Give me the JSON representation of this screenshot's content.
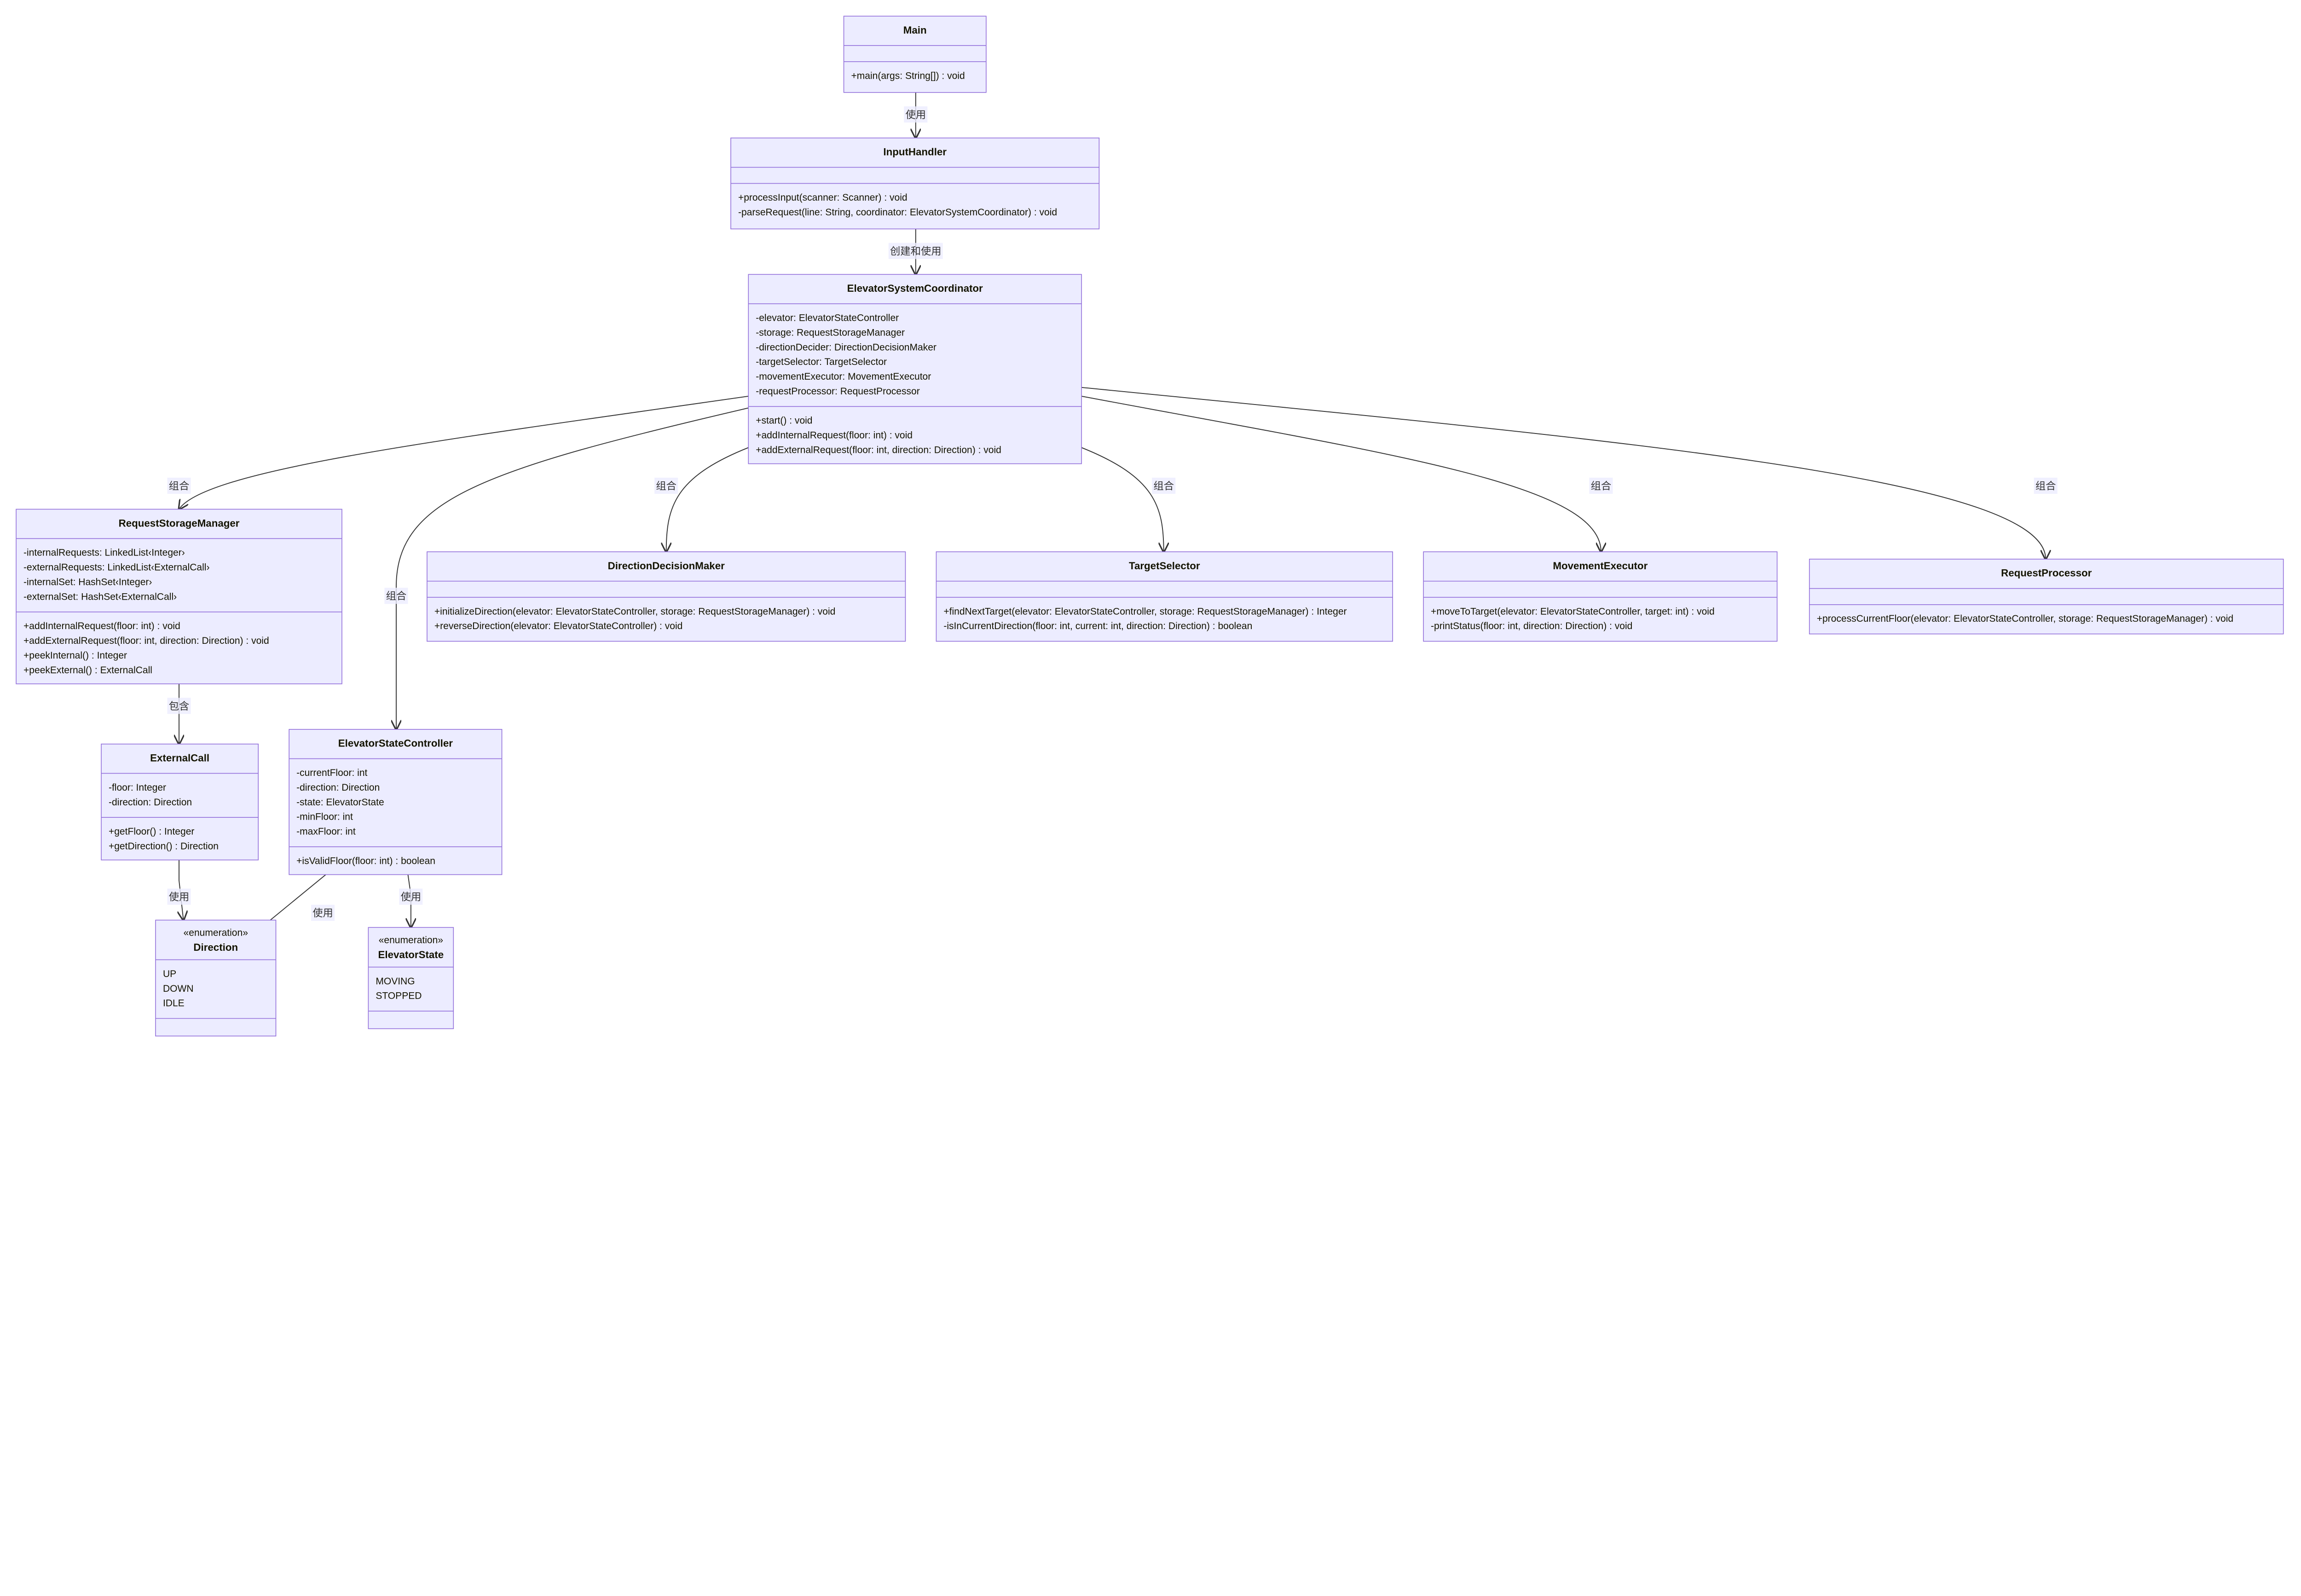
{
  "diagram": {
    "type": "uml-class-diagram",
    "colors": {
      "box_fill": "#ECECFF",
      "box_border": "#9370DB",
      "edge": "#333333",
      "text": "#131300"
    },
    "classes": [
      {
        "id": "Main",
        "name": "Main",
        "attributes": [],
        "methods": [
          "+main(args: String[]) : void"
        ]
      },
      {
        "id": "InputHandler",
        "name": "InputHandler",
        "attributes": [],
        "methods": [
          "+processInput(scanner: Scanner) : void",
          "-parseRequest(line: String, coordinator: ElevatorSystemCoordinator) : void"
        ]
      },
      {
        "id": "ElevatorSystemCoordinator",
        "name": "ElevatorSystemCoordinator",
        "attributes": [
          "-elevator: ElevatorStateController",
          "-storage: RequestStorageManager",
          "-directionDecider: DirectionDecisionMaker",
          "-targetSelector: TargetSelector",
          "-movementExecutor: MovementExecutor",
          "-requestProcessor: RequestProcessor"
        ],
        "methods": [
          "+start() : void",
          "+addInternalRequest(floor: int) : void",
          "+addExternalRequest(floor: int, direction: Direction) : void"
        ]
      },
      {
        "id": "RequestStorageManager",
        "name": "RequestStorageManager",
        "attributes": [
          "-internalRequests: LinkedList‹Integer›",
          "-externalRequests: LinkedList‹ExternalCall›",
          "-internalSet: HashSet‹Integer›",
          "-externalSet: HashSet‹ExternalCall›"
        ],
        "methods": [
          "+addInternalRequest(floor: int) : void",
          "+addExternalRequest(floor: int, direction: Direction) : void",
          "+peekInternal() : Integer",
          "+peekExternal() : ExternalCall"
        ]
      },
      {
        "id": "DirectionDecisionMaker",
        "name": "DirectionDecisionMaker",
        "attributes": [],
        "methods": [
          "+initializeDirection(elevator: ElevatorStateController, storage: RequestStorageManager) : void",
          "+reverseDirection(elevator: ElevatorStateController) : void"
        ]
      },
      {
        "id": "TargetSelector",
        "name": "TargetSelector",
        "attributes": [],
        "methods": [
          "+findNextTarget(elevator: ElevatorStateController, storage: RequestStorageManager) : Integer",
          "-isInCurrentDirection(floor: int, current: int, direction: Direction) : boolean"
        ]
      },
      {
        "id": "MovementExecutor",
        "name": "MovementExecutor",
        "attributes": [],
        "methods": [
          "+moveToTarget(elevator: ElevatorStateController, target: int) : void",
          "-printStatus(floor: int, direction: Direction) : void"
        ]
      },
      {
        "id": "RequestProcessor",
        "name": "RequestProcessor",
        "attributes": [],
        "methods": [
          "+processCurrentFloor(elevator: ElevatorStateController, storage: RequestStorageManager) : void"
        ]
      },
      {
        "id": "ExternalCall",
        "name": "ExternalCall",
        "attributes": [
          "-floor: Integer",
          "-direction: Direction"
        ],
        "methods": [
          "+getFloor() : Integer",
          "+getDirection() : Direction"
        ]
      },
      {
        "id": "ElevatorStateController",
        "name": "ElevatorStateController",
        "attributes": [
          "-currentFloor: int",
          "-direction: Direction",
          "-state: ElevatorState",
          "-minFloor: int",
          "-maxFloor: int"
        ],
        "methods": [
          "+isValidFloor(floor: int) : boolean"
        ]
      },
      {
        "id": "Direction",
        "name": "Direction",
        "stereotype": "«enumeration»",
        "attributes": [
          "UP",
          "DOWN",
          "IDLE"
        ],
        "methods": []
      },
      {
        "id": "ElevatorState",
        "name": "ElevatorState",
        "stereotype": "«enumeration»",
        "attributes": [
          "MOVING",
          "STOPPED"
        ],
        "methods": []
      }
    ],
    "relations": [
      {
        "from": "Main",
        "to": "InputHandler",
        "label": "使用"
      },
      {
        "from": "InputHandler",
        "to": "ElevatorSystemCoordinator",
        "label": "创建和使用"
      },
      {
        "from": "ElevatorSystemCoordinator",
        "to": "RequestStorageManager",
        "label": "组合"
      },
      {
        "from": "ElevatorSystemCoordinator",
        "to": "ElevatorStateController",
        "label": "组合"
      },
      {
        "from": "ElevatorSystemCoordinator",
        "to": "DirectionDecisionMaker",
        "label": "组合"
      },
      {
        "from": "ElevatorSystemCoordinator",
        "to": "TargetSelector",
        "label": "组合"
      },
      {
        "from": "ElevatorSystemCoordinator",
        "to": "MovementExecutor",
        "label": "组合"
      },
      {
        "from": "ElevatorSystemCoordinator",
        "to": "RequestProcessor",
        "label": "组合"
      },
      {
        "from": "RequestStorageManager",
        "to": "ExternalCall",
        "label": "包含"
      },
      {
        "from": "ExternalCall",
        "to": "Direction",
        "label": "使用"
      },
      {
        "from": "ElevatorStateController",
        "to": "Direction",
        "label": "使用"
      },
      {
        "from": "ElevatorStateController",
        "to": "ElevatorState",
        "label": "使用"
      }
    ]
  }
}
